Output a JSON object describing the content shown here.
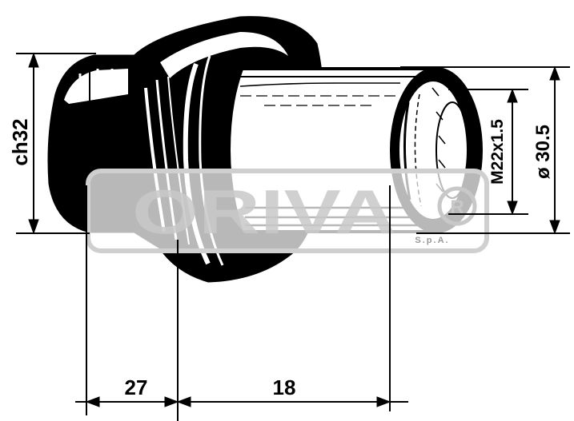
{
  "dimensions": {
    "hex_size": "ch32",
    "thread": "M22x1.5",
    "outer_diameter": "ø 30.5",
    "length_left": "27",
    "length_right": "18"
  },
  "watermark": {
    "brand": "ORIVA",
    "suffix": "S.p.A."
  },
  "colors": {
    "ink": "#000000",
    "paper": "#ffffff",
    "watermark": "#c8c8c8"
  }
}
